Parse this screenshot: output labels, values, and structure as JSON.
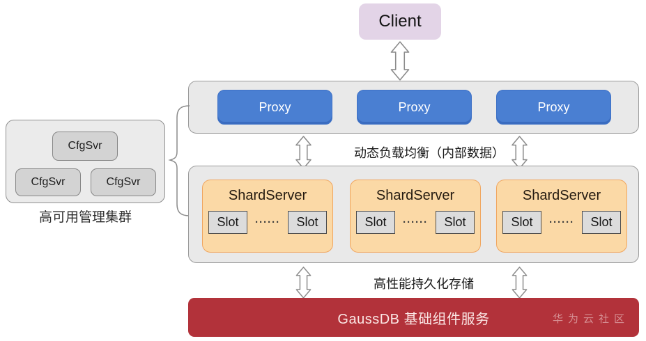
{
  "client": {
    "label": "Client"
  },
  "proxy_layer": {
    "items": [
      {
        "label": "Proxy"
      },
      {
        "label": "Proxy"
      },
      {
        "label": "Proxy"
      }
    ]
  },
  "cfg_cluster": {
    "nodes": [
      {
        "label": "CfgSvr"
      },
      {
        "label": "CfgSvr"
      },
      {
        "label": "CfgSvr"
      }
    ],
    "caption": "高可用管理集群"
  },
  "middle_gap": {
    "label": "动态负载均衡（内部数据）"
  },
  "shard_layer": {
    "items": [
      {
        "title": "ShardServer",
        "slot_left": "Slot",
        "dots": "······",
        "slot_right": "Slot"
      },
      {
        "title": "ShardServer",
        "slot_left": "Slot",
        "dots": "······",
        "slot_right": "Slot"
      },
      {
        "title": "ShardServer",
        "slot_left": "Slot",
        "dots": "······",
        "slot_right": "Slot"
      }
    ]
  },
  "storage_gap": {
    "label": "高性能持久化存储"
  },
  "base_bar": {
    "title": "GaussDB 基础组件服务",
    "watermark": "华为云社区"
  },
  "colors": {
    "client_bg": "#e3d4e7",
    "layer_bg": "#e9e9e9",
    "layer_border": "#9a9a9a",
    "proxy_bg": "#4a7fd2",
    "shard_bg": "#fbd9a6",
    "shard_border": "#f0a660",
    "slot_bg": "#dcdcdc",
    "cfg_bg": "#d3d3d3",
    "base_bg": "#b2323a",
    "base_text": "#fbe7e5",
    "watermark_text": "#d68f93",
    "arrow_stroke": "#8b8b8b"
  }
}
